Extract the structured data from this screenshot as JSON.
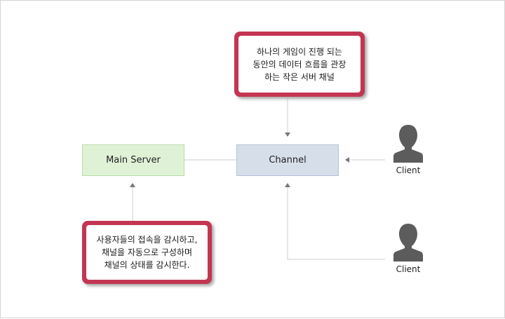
{
  "nodes": {
    "main_server": "Main Server",
    "channel": "Channel"
  },
  "notes": {
    "channel_desc": [
      "하나의 게임이 진행 되는",
      "동안의 데이터 흐름을 관장",
      "하는 작은 서버 채널"
    ],
    "main_server_desc": [
      "사용자들의 접속을 감시하고,",
      "채널을 자동으로 구성하며",
      "채널의 상태를 감시한다."
    ]
  },
  "clients": [
    {
      "label": "Client",
      "icon": "user-silhouette-icon"
    },
    {
      "label": "Client",
      "icon": "user-silhouette-icon"
    }
  ],
  "colors": {
    "note_border": "#c33551",
    "main_server_fill": "#dff2d6",
    "channel_fill": "#d6deea",
    "connector": "#cfcfcf",
    "arrowhead": "#777777",
    "client_icon": "#5c5c5c"
  }
}
